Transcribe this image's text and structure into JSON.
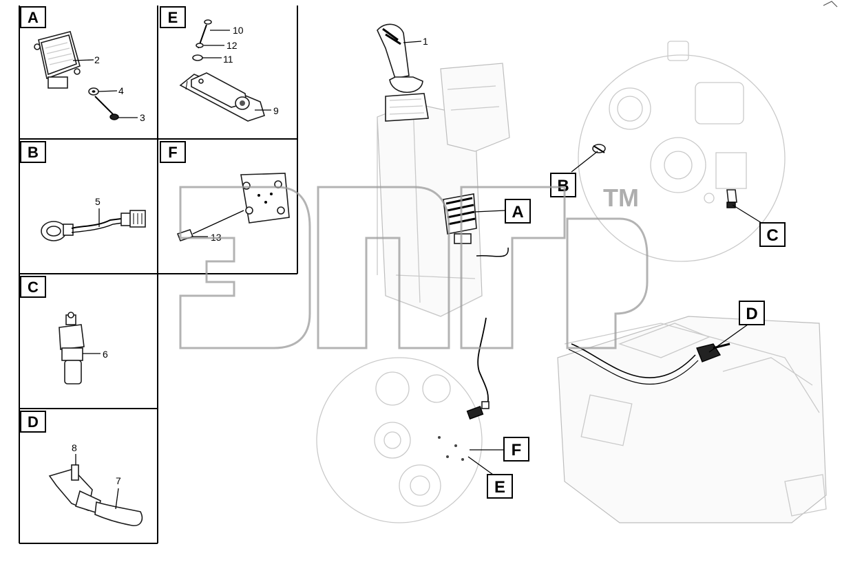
{
  "panels": [
    {
      "letter": "A",
      "items": [
        "2",
        "4",
        "3"
      ]
    },
    {
      "letter": "E",
      "items": [
        "10",
        "12",
        "11",
        "9"
      ]
    },
    {
      "letter": "B",
      "items": [
        "5"
      ]
    },
    {
      "letter": "F",
      "items": [
        "13"
      ]
    },
    {
      "letter": "C",
      "items": [
        "6"
      ]
    },
    {
      "letter": "D",
      "items": [
        "8",
        "7"
      ]
    }
  ],
  "main_view": {
    "item_number": "1",
    "callouts": [
      "A",
      "B",
      "C",
      "D",
      "F",
      "E"
    ]
  },
  "watermark": {
    "mark": "TM"
  }
}
